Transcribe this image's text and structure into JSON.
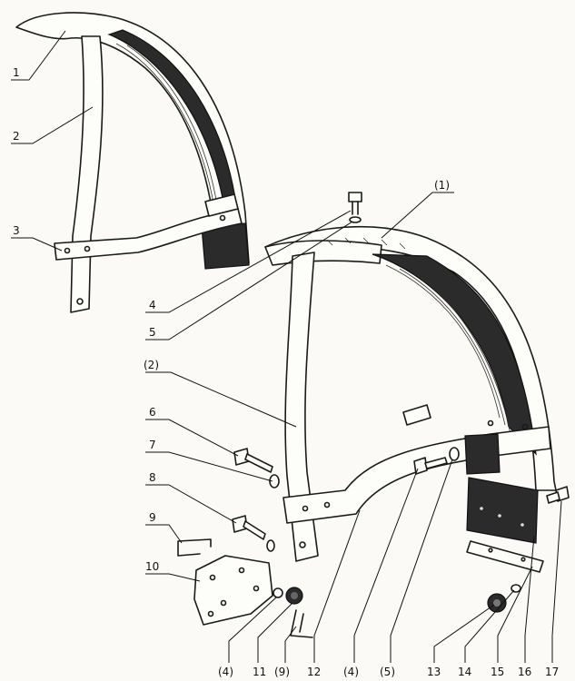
{
  "callouts": [
    {
      "id": "c1",
      "text": "1"
    },
    {
      "id": "c2",
      "text": "2"
    },
    {
      "id": "c3",
      "text": "3"
    },
    {
      "id": "c4",
      "text": "4"
    },
    {
      "id": "c5",
      "text": "5"
    },
    {
      "id": "c1b",
      "text": "(1)"
    },
    {
      "id": "c2b",
      "text": "(2)"
    },
    {
      "id": "c6",
      "text": "6"
    },
    {
      "id": "c7",
      "text": "7"
    },
    {
      "id": "c8",
      "text": "8"
    },
    {
      "id": "c9",
      "text": "9"
    },
    {
      "id": "c10",
      "text": "10"
    },
    {
      "id": "b4a",
      "text": "(4)"
    },
    {
      "id": "b11",
      "text": "11"
    },
    {
      "id": "b9",
      "text": "(9)"
    },
    {
      "id": "b12",
      "text": "12"
    },
    {
      "id": "b4b",
      "text": "(4)"
    },
    {
      "id": "b5",
      "text": "(5)"
    },
    {
      "id": "b13",
      "text": "13"
    },
    {
      "id": "b14",
      "text": "14"
    },
    {
      "id": "b15",
      "text": "15"
    },
    {
      "id": "b16",
      "text": "16"
    },
    {
      "id": "b17",
      "text": "17"
    }
  ]
}
